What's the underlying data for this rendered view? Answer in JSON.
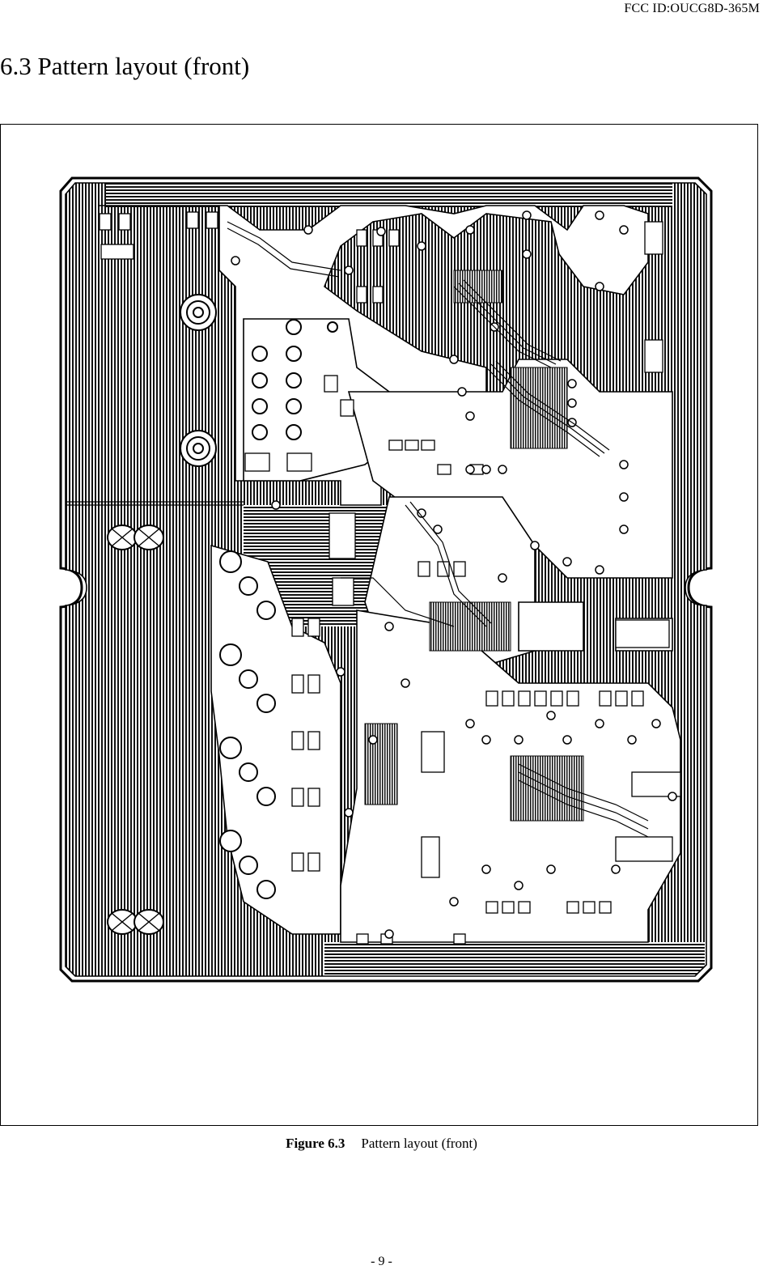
{
  "header": {
    "fcc_id": "FCC ID:OUCG8D-365M"
  },
  "section": {
    "title": "6.3 Pattern layout (front)"
  },
  "figure": {
    "label": "Figure 6.3",
    "caption": "Pattern layout (front)"
  },
  "footer": {
    "page_number": "- 9 -"
  }
}
